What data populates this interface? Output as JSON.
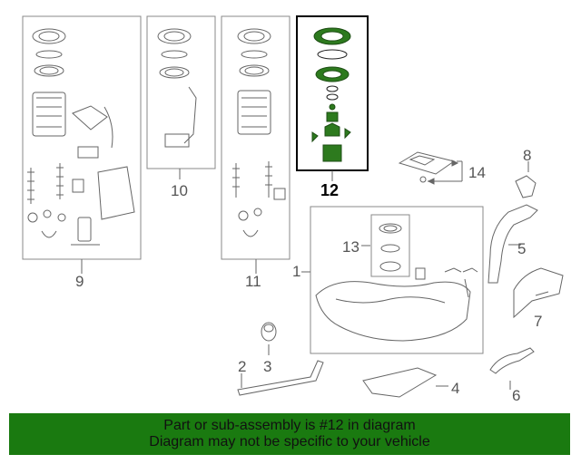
{
  "diagram": {
    "highlight_color": "#000000",
    "part_color": "#2d7a1e",
    "line_color": "#666666",
    "callouts": {
      "c1": "1",
      "c2": "2",
      "c3": "3",
      "c4": "4",
      "c5": "5",
      "c6": "6",
      "c7": "7",
      "c8": "8",
      "c9": "9",
      "c10": "10",
      "c11": "11",
      "c12": "12",
      "c13": "13",
      "c14": "14"
    }
  },
  "footer": {
    "background": "#1a7a10",
    "line1": "Part or sub-assembly is #12 in diagram",
    "line2": "Diagram may not be specific to your vehicle"
  }
}
